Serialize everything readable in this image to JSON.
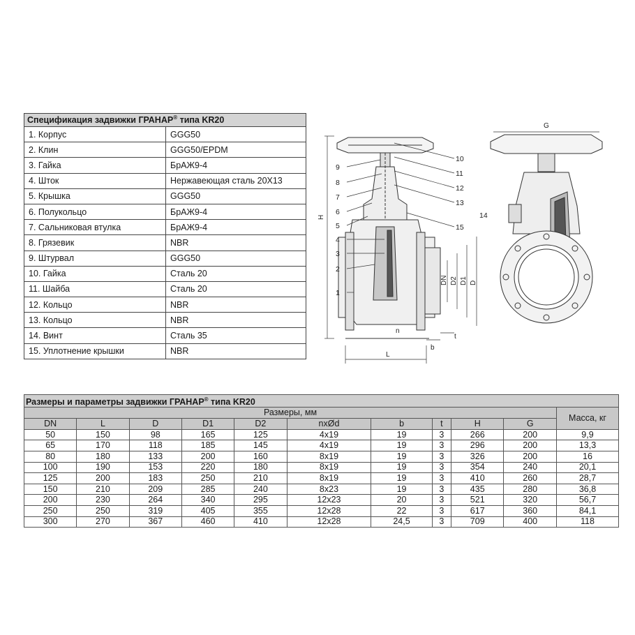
{
  "spec": {
    "title": "Спецификация задвижки ГРАНАР",
    "title_sup": "®",
    "title_tail": " типа KR20",
    "rows": [
      {
        "name": "1. Корпус",
        "material": "GGG50"
      },
      {
        "name": "2. Клин",
        "material": "GGG50/EPDM"
      },
      {
        "name": "3. Гайка",
        "material": "БрАЖ9-4"
      },
      {
        "name": "4. Шток",
        "material": "Нержавеющая сталь 20Х13"
      },
      {
        "name": "5. Крышка",
        "material": "GGG50"
      },
      {
        "name": "6. Полукольцо",
        "material": "БрАЖ9-4"
      },
      {
        "name": "7. Сальниковая втулка",
        "material": "БрАЖ9-4"
      },
      {
        "name": "8. Грязевик",
        "material": "NBR"
      },
      {
        "name": "9. Штурвал",
        "material": "GGG50"
      },
      {
        "name": "10. Гайка",
        "material": "Сталь 20"
      },
      {
        "name": "11. Шайба",
        "material": "Сталь 20"
      },
      {
        "name": "12. Кольцо",
        "material": "NBR"
      },
      {
        "name": "13. Кольцо",
        "material": "NBR"
      },
      {
        "name": "14. Винт",
        "material": "Сталь 35"
      },
      {
        "name": "15. Уплотнение крышки",
        "material": "NBR"
      }
    ]
  },
  "dims": {
    "title": "Размеры и параметры задвижки ГРАНАР",
    "title_sup": "®",
    "title_tail": " типа KR20",
    "group_header": "Размеры, мм",
    "mass_header": "Масса, кг",
    "columns": [
      "DN",
      "L",
      "D",
      "D1",
      "D2",
      "nxØd",
      "b",
      "t",
      "H",
      "G"
    ],
    "rows": [
      [
        "50",
        "150",
        "98",
        "165",
        "125",
        "4x19",
        "19",
        "3",
        "266",
        "200",
        "9,9"
      ],
      [
        "65",
        "170",
        "118",
        "185",
        "145",
        "4x19",
        "19",
        "3",
        "296",
        "200",
        "13,3"
      ],
      [
        "80",
        "180",
        "133",
        "200",
        "160",
        "8x19",
        "19",
        "3",
        "326",
        "200",
        "16"
      ],
      [
        "100",
        "190",
        "153",
        "220",
        "180",
        "8x19",
        "19",
        "3",
        "354",
        "240",
        "20,1"
      ],
      [
        "125",
        "200",
        "183",
        "250",
        "210",
        "8x19",
        "19",
        "3",
        "410",
        "260",
        "28,7"
      ],
      [
        "150",
        "210",
        "209",
        "285",
        "240",
        "8x23",
        "19",
        "3",
        "435",
        "280",
        "36,8"
      ],
      [
        "200",
        "230",
        "264",
        "340",
        "295",
        "12x23",
        "20",
        "3",
        "521",
        "320",
        "56,7"
      ],
      [
        "250",
        "250",
        "319",
        "405",
        "355",
        "12x28",
        "22",
        "3",
        "617",
        "360",
        "84,1"
      ],
      [
        "300",
        "270",
        "367",
        "460",
        "410",
        "12x28",
        "24,5",
        "3",
        "709",
        "400",
        "118"
      ]
    ]
  },
  "drawing": {
    "left_callouts": [
      "9",
      "8",
      "7",
      "6",
      "5",
      "4",
      "3",
      "2",
      "1"
    ],
    "right_callouts": [
      "10",
      "11",
      "12",
      "13",
      "15"
    ],
    "side_callout": "14",
    "dim_labels": {
      "H": "H",
      "L": "L",
      "DN": "DN",
      "D2": "D2",
      "D1": "D1",
      "D": "D",
      "n": "n",
      "b": "b",
      "t": "t",
      "G": "G"
    }
  }
}
